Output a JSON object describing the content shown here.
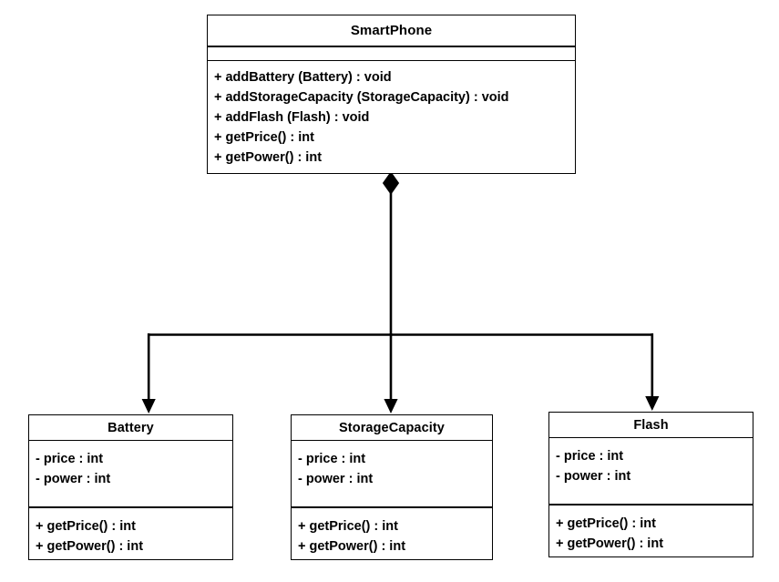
{
  "diagram": {
    "type": "uml-class-diagram",
    "relationship": "composition",
    "relationship_marker": "filled-diamond",
    "arrow_style": "open-arrowhead",
    "line_color": "#000000",
    "background_color": "#ffffff"
  },
  "classes": {
    "smartphone": {
      "name": "SmartPhone",
      "attributes": [],
      "methods": [
        "+ addBattery (Battery) : void",
        "+ addStorageCapacity (StorageCapacity) : void",
        "+ addFlash (Flash) : void",
        "+ getPrice() : int",
        "+ getPower() : int"
      ]
    },
    "battery": {
      "name": "Battery",
      "attributes": [
        "- price : int",
        "- power : int"
      ],
      "methods": [
        "+ getPrice() : int",
        "+ getPower() : int"
      ]
    },
    "storagecapacity": {
      "name": "StorageCapacity",
      "attributes": [
        "- price : int",
        "- power : int"
      ],
      "methods": [
        "+ getPrice() : int",
        "+ getPower() : int"
      ]
    },
    "flash": {
      "name": "Flash",
      "attributes": [
        "- price : int",
        "- power : int"
      ],
      "methods": [
        "+ getPrice() : int",
        "+ getPower() : int"
      ]
    }
  }
}
